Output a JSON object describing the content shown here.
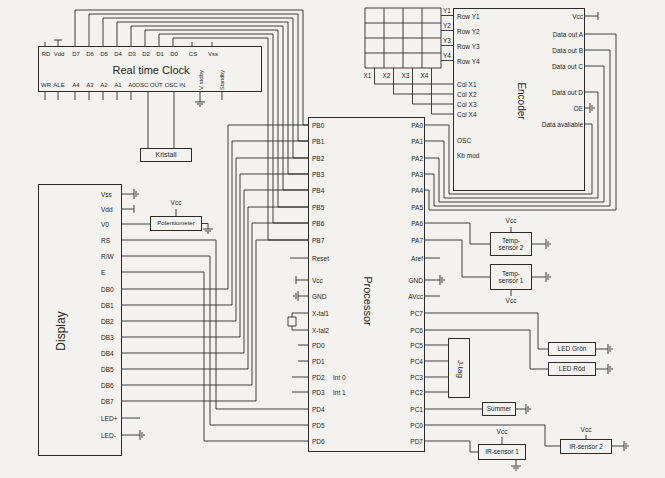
{
  "diagram": {
    "nodes": [
      {
        "text": [
          "Real time Clock",
          "RD",
          "Vdd",
          "D7",
          "D6",
          "D5",
          "D4",
          "D3",
          "D2",
          "D1",
          "D0",
          "CS",
          "Vss",
          "WR",
          "ALE",
          "A4",
          "A3",
          "A2",
          "A1",
          "A0",
          "OSC OUT",
          "OSC IN",
          "V stdby",
          "Standby"
        ]
      },
      {
        "text": [
          "Encoder",
          "Row Y1",
          "Row Y2",
          "Row Y3",
          "Row Y4",
          "Col X1",
          "Col X2",
          "Col X3",
          "Col X4",
          "OSC",
          "Kb mod",
          "Vcc",
          "Data out A",
          "Data out B",
          "Data out C",
          "Data out D",
          "OE",
          "Data avaliable"
        ]
      },
      {
        "text": [
          "Kristall"
        ]
      },
      {
        "text": [
          "Display",
          "Vss",
          "Vdd",
          "V0",
          "RS",
          "R/W",
          "E",
          "DB0",
          "DB1",
          "DB2",
          "DB3",
          "DB4",
          "DB5",
          "DB6",
          "DB7",
          "LED+",
          "LED-"
        ]
      },
      {
        "text": [
          "Potentiometer"
        ]
      },
      {
        "text": [
          "Processor",
          "PB0",
          "PB1",
          "PB2",
          "PB3",
          "PB4",
          "PB5",
          "PB6",
          "PB7",
          "Reset",
          "Vcc",
          "GND",
          "X-tal1",
          "X-tal2",
          "PD0",
          "PD1",
          "PD2",
          "Int 0",
          "PD3",
          "Int 1",
          "PD4",
          "PD5",
          "PD6",
          "PA0",
          "PA1",
          "PA2",
          "PA3",
          "PA4",
          "PA5",
          "PA6",
          "PA7",
          "Aref",
          "GND",
          "AVcc",
          "PC7",
          "PC6",
          "PC5",
          "PC4",
          "PC3",
          "PC2",
          "PC1",
          "PC0",
          "PD7"
        ]
      },
      {
        "text": [
          "Temp-sensor 2"
        ]
      },
      {
        "text": [
          "Temp-sensor 1"
        ]
      },
      {
        "text": [
          "J-tag"
        ]
      },
      {
        "text": [
          "LED Grön"
        ]
      },
      {
        "text": [
          "LED Röd"
        ]
      },
      {
        "text": [
          "Summer"
        ]
      },
      {
        "text": [
          "IR-sensor 1"
        ]
      },
      {
        "text": [
          "IR-sensor 2"
        ]
      }
    ],
    "edges": [
      {
        "from": 0,
        "to": 2,
        "arrow": "none"
      },
      {
        "from": 0,
        "to": 2,
        "arrow": "none"
      },
      {
        "from": 0,
        "to": 5,
        "arrow": "none"
      },
      {
        "from": 0,
        "to": 5,
        "arrow": "none"
      },
      {
        "from": 0,
        "to": 5,
        "arrow": "none"
      },
      {
        "from": 0,
        "to": 5,
        "arrow": "none"
      },
      {
        "from": 0,
        "to": 5,
        "arrow": "none"
      },
      {
        "from": 0,
        "to": 5,
        "arrow": "none"
      },
      {
        "from": 0,
        "to": 5,
        "arrow": "none"
      },
      {
        "from": 0,
        "to": 5,
        "arrow": "none"
      },
      {
        "from": 3,
        "to": 4,
        "arrow": "none"
      },
      {
        "from": 3,
        "to": 5,
        "arrow": "none"
      },
      {
        "from": 3,
        "to": 5,
        "arrow": "none"
      },
      {
        "from": 3,
        "to": 5,
        "arrow": "none"
      },
      {
        "from": 3,
        "to": 5,
        "arrow": "none"
      },
      {
        "from": 3,
        "to": 5,
        "arrow": "none"
      },
      {
        "from": 3,
        "to": 5,
        "arrow": "none"
      },
      {
        "from": 3,
        "to": 5,
        "arrow": "none"
      },
      {
        "from": 3,
        "to": 5,
        "arrow": "none"
      },
      {
        "from": 3,
        "to": 5,
        "arrow": "none"
      },
      {
        "from": 3,
        "to": 5,
        "arrow": "none"
      },
      {
        "from": 3,
        "to": 5,
        "arrow": "none"
      },
      {
        "from": 1,
        "to": 5,
        "arrow": "none"
      },
      {
        "from": 1,
        "to": 5,
        "arrow": "none"
      },
      {
        "from": 1,
        "to": 5,
        "arrow": "none"
      },
      {
        "from": 1,
        "to": 5,
        "arrow": "none"
      },
      {
        "from": 1,
        "to": 5,
        "arrow": "none"
      },
      {
        "from": 5,
        "to": 6,
        "arrow": "none"
      },
      {
        "from": 5,
        "to": 7,
        "arrow": "none"
      },
      {
        "from": 5,
        "to": 9,
        "arrow": "none"
      },
      {
        "from": 5,
        "to": 10,
        "arrow": "none"
      },
      {
        "from": 5,
        "to": 8,
        "arrow": "none"
      },
      {
        "from": 5,
        "to": 8,
        "arrow": "none"
      },
      {
        "from": 5,
        "to": 8,
        "arrow": "none"
      },
      {
        "from": 5,
        "to": 8,
        "arrow": "none"
      },
      {
        "from": 5,
        "to": 11,
        "arrow": "none"
      },
      {
        "from": 5,
        "to": 13,
        "arrow": "none"
      },
      {
        "from": 5,
        "to": 12,
        "arrow": "none"
      }
    ],
    "labels": [
      "Y1",
      "Y2",
      "Y3",
      "Y4",
      "X1",
      "X2",
      "X3",
      "X4",
      "Vcc",
      "Vcc",
      "Vcc",
      "Vcc",
      "Vcc"
    ]
  }
}
